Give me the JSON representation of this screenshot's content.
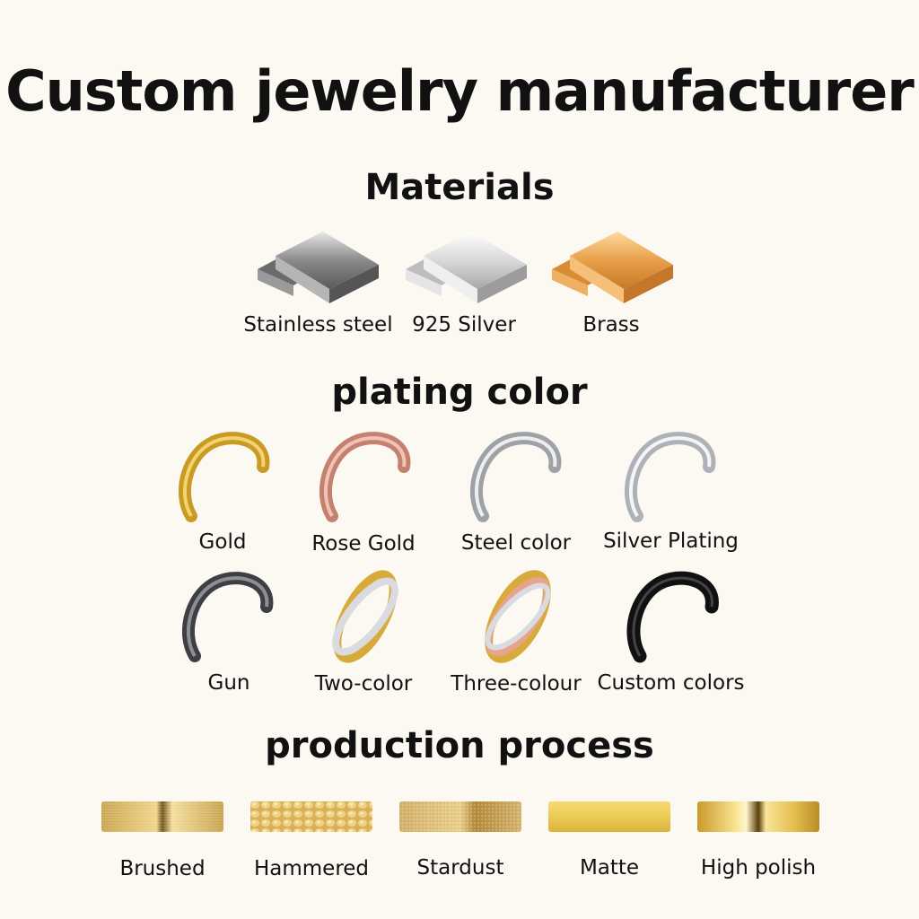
{
  "title": "Custom jewelry manufacturer",
  "materials": {
    "heading": "Materials",
    "items": [
      {
        "label": "Stainless steel",
        "icon": "steel-bar-icon",
        "color": "#8c8c8c"
      },
      {
        "label": "925 Silver",
        "icon": "silver-bar-icon",
        "color": "#d4d4d4"
      },
      {
        "label": "Brass",
        "icon": "brass-bar-icon",
        "color": "#e7a14a"
      }
    ]
  },
  "plating": {
    "heading": "plating color",
    "items": [
      {
        "label": "Gold",
        "icon": "gold-cuff-icon",
        "color": "#d6ae3a"
      },
      {
        "label": "Rose Gold",
        "icon": "rose-gold-cuff-icon",
        "color": "#d79b8b"
      },
      {
        "label": "Steel color",
        "icon": "steel-cuff-icon",
        "color": "#b9bcbf"
      },
      {
        "label": "Silver Plating",
        "icon": "silver-cuff-icon",
        "color": "#c9ccd1"
      },
      {
        "label": "Gun",
        "icon": "gun-cuff-icon",
        "color": "#4a4a4c"
      },
      {
        "label": "Two-color",
        "icon": "two-color-ring-icon",
        "color": "#d9b24a"
      },
      {
        "label": "Three-colour",
        "icon": "three-colour-ring-icon",
        "color": "#e0a888"
      },
      {
        "label": "Custom colors",
        "icon": "black-cuff-icon",
        "color": "#141414"
      }
    ]
  },
  "process": {
    "heading": "production process",
    "items": [
      {
        "label": "Brushed",
        "icon": "brushed-band-icon"
      },
      {
        "label": "Hammered",
        "icon": "hammered-band-icon"
      },
      {
        "label": "Stardust",
        "icon": "stardust-band-icon"
      },
      {
        "label": "Matte",
        "icon": "matte-band-icon"
      },
      {
        "label": "High polish",
        "icon": "high-polish-band-icon"
      }
    ]
  }
}
